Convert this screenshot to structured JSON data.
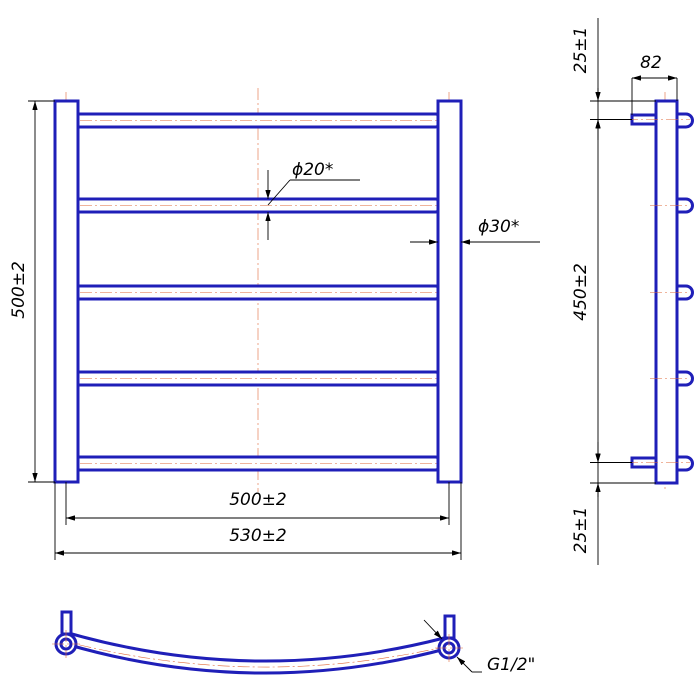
{
  "dimensions": {
    "overall_height": "500±2",
    "center_distance": "500±2",
    "overall_width": "530±2",
    "rail_diameter": "ϕ20*",
    "post_diameter": "ϕ30*",
    "depth": "82",
    "top_offset": "25±1",
    "connection_span": "450±2",
    "bottom_offset": "25±1",
    "thread": "G1/2\""
  },
  "colors": {
    "outline": "#1f1fb8",
    "centerline": "#e06a3a",
    "dimension": "#000000"
  }
}
